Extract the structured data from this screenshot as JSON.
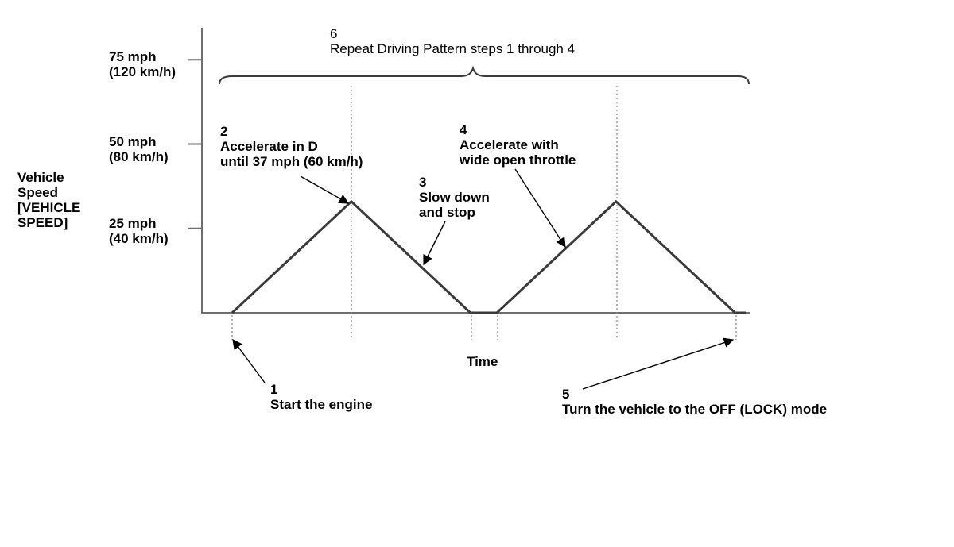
{
  "y_axis": {
    "label_lines": [
      "Vehicle",
      "Speed",
      "[VEHICLE",
      "SPEED]"
    ],
    "ticks": [
      {
        "mph": 75,
        "line1": "75 mph",
        "line2": "(120 km/h)"
      },
      {
        "mph": 50,
        "line1": "50 mph",
        "line2": "(80 km/h)"
      },
      {
        "mph": 25,
        "line1": "25 mph",
        "line2": "(40 km/h)"
      }
    ],
    "max_mph": 85
  },
  "x_axis": {
    "label": "Time"
  },
  "speed_profile": [
    {
      "t": 0,
      "mph": 0
    },
    {
      "t": 4.5,
      "mph": 33
    },
    {
      "t": 9,
      "mph": 0
    },
    {
      "t": 10,
      "mph": 0
    },
    {
      "t": 14.5,
      "mph": 33
    },
    {
      "t": 19,
      "mph": 0
    },
    {
      "t": 19.4,
      "mph": 0
    }
  ],
  "steps": [
    {
      "id": "1",
      "number": "1",
      "lines": [
        "Start the engine"
      ]
    },
    {
      "id": "2",
      "number": "2",
      "lines": [
        "Accelerate in D",
        "until 37 mph (60 km/h)"
      ]
    },
    {
      "id": "3",
      "number": "3",
      "lines": [
        "Slow down",
        "and stop"
      ]
    },
    {
      "id": "4",
      "number": "4",
      "lines": [
        "Accelerate with",
        "wide open throttle"
      ]
    },
    {
      "id": "5",
      "number": "5",
      "lines": [
        "Turn the vehicle to the OFF (LOCK) mode"
      ]
    },
    {
      "id": "6",
      "number": "6",
      "lines": [
        "Repeat Driving Pattern steps 1 through 4"
      ]
    }
  ],
  "colors": {
    "ink": "#000000",
    "curve": "#3a3a3a",
    "guide": "#8c8c8c",
    "axis": "#6e6e6e"
  }
}
